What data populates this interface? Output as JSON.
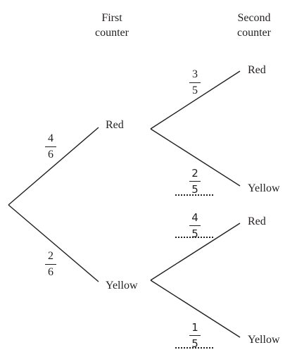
{
  "headers": {
    "first": [
      "First",
      "counter"
    ],
    "second": [
      "Second",
      "counter"
    ]
  },
  "first_branch": {
    "red": {
      "label": "Red",
      "probability": {
        "num": "4",
        "den": "6"
      }
    },
    "yellow": {
      "label": "Yellow",
      "probability": {
        "num": "2",
        "den": "6"
      }
    }
  },
  "second_branch": {
    "after_red": {
      "red": {
        "label": "Red",
        "probability": {
          "num": "3",
          "den": "5"
        }
      },
      "yellow": {
        "label": "Yellow",
        "probability": {
          "num": "2",
          "den": "5"
        }
      }
    },
    "after_yellow": {
      "red": {
        "label": "Red",
        "probability": {
          "num": "4",
          "den": "5"
        }
      },
      "yellow": {
        "label": "Yellow",
        "probability": {
          "num": "1",
          "den": "5"
        }
      }
    }
  },
  "colors": {
    "ink": "#231f20",
    "background": "#ffffff"
  }
}
